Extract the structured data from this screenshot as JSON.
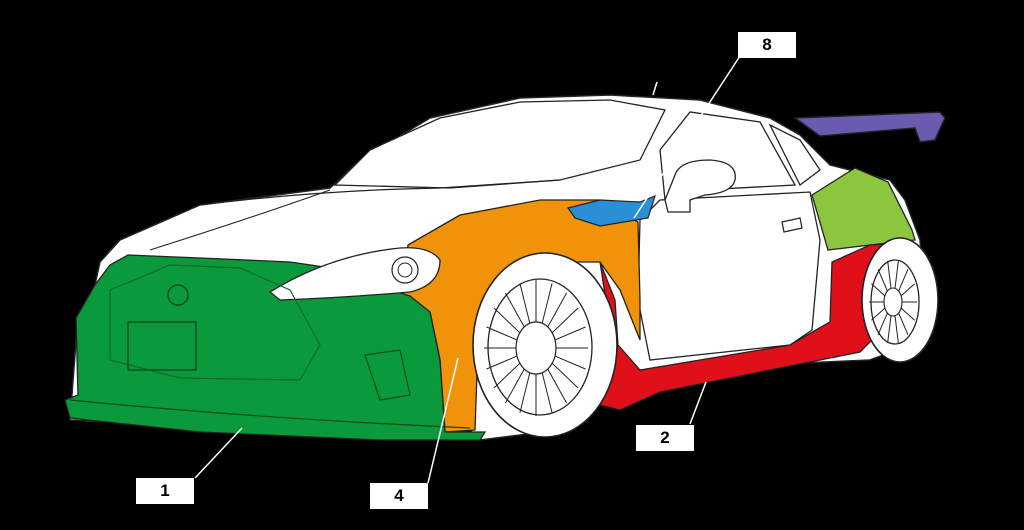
{
  "diagram": {
    "background_color": "#000000",
    "callouts": [
      {
        "id": "1",
        "label": "1",
        "color": "#0a9a3c"
      },
      {
        "id": "2",
        "label": "2",
        "color": "#e0101a"
      },
      {
        "id": "4",
        "label": "4",
        "color": "#f0930a"
      },
      {
        "id": "8",
        "label": "8",
        "color": "#2a8fd6"
      }
    ],
    "part_colors": {
      "front_bumper": "#0a9a3c",
      "side_skirt": "#e0101a",
      "front_fender": "#f0930a",
      "fender_duct": "#2a8fd6",
      "rear_fender": "#8cc63e",
      "rear_wing": "#6a5ab0",
      "body": "#ffffff",
      "outline": "#222222"
    }
  }
}
